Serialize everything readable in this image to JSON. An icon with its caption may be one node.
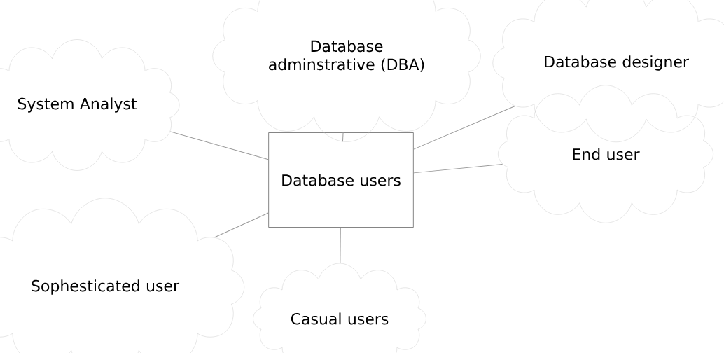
{
  "diagram": {
    "nodes": [
      {
        "text": [
          "Database users"
        ]
      },
      {
        "text": [
          "System Analyst"
        ]
      },
      {
        "text": [
          "Database adminstrative (DBA)"
        ]
      },
      {
        "text": [
          "Database designer"
        ]
      },
      {
        "text": [
          "End user"
        ]
      },
      {
        "text": [
          "Sophesticated user"
        ]
      },
      {
        "text": [
          "Casual users"
        ]
      }
    ],
    "edges": [
      {
        "from": 1,
        "to": 0,
        "arrow": "none"
      },
      {
        "from": 2,
        "to": 0,
        "arrow": "none"
      },
      {
        "from": 3,
        "to": 0,
        "arrow": "none"
      },
      {
        "from": 4,
        "to": 0,
        "arrow": "none"
      },
      {
        "from": 5,
        "to": 0,
        "arrow": "none"
      },
      {
        "from": 6,
        "to": 0,
        "arrow": "none"
      }
    ]
  }
}
